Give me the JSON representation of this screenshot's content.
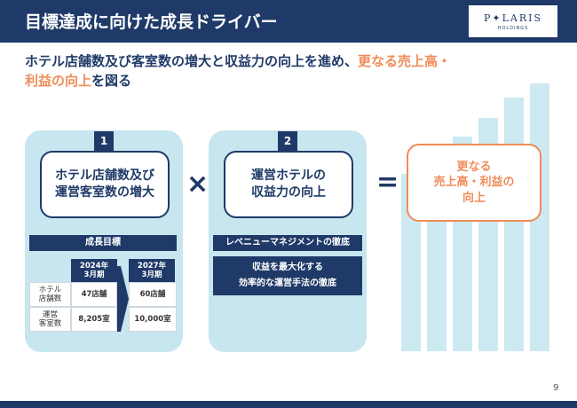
{
  "header": {
    "title": "目標達成に向けた成長ドライバー"
  },
  "logo": {
    "main": "P✦LARIS",
    "sub": "HOLDINGS"
  },
  "subtitle": {
    "line1_navy": "ホテル店舗数及び客室数の増大と収益力の向上を進め、",
    "line1_accent": "更なる売上高・",
    "line2_accent": "利益の向上",
    "line2_navy": "を図る"
  },
  "driver1": {
    "number": "1",
    "line1": "ホテル店舗数及び",
    "line2": "運営客室数の増大",
    "table_title": "成長目標",
    "col_2024_line1": "2024年",
    "col_2024_line2": "3月期",
    "col_2027_line1": "2027年",
    "col_2027_line2": "3月期",
    "rows": [
      {
        "label_line1": "ホテル",
        "label_line2": "店舗数",
        "v2024": "47店舗",
        "v2027": "60店舗"
      },
      {
        "label_line1": "運営",
        "label_line2": "客室数",
        "v2024": "8,205室",
        "v2027": "10,000室"
      }
    ]
  },
  "operators": {
    "times": "×",
    "equals": "="
  },
  "driver2": {
    "number": "2",
    "line1": "運営ホテルの",
    "line2": "収益力の向上",
    "bar_title": "レベニューマネジメントの徹底",
    "detail_line1": "収益を最大化する",
    "detail_line2": "効率的な運営手法の徹底"
  },
  "result": {
    "line1": "更なる",
    "line2": "売上高・利益の",
    "line3": "向上"
  },
  "footer": {
    "page_number": "9"
  },
  "colors": {
    "navy": "#1f3a68",
    "accent": "#f08c5a",
    "panel": "#c8e6ef"
  }
}
